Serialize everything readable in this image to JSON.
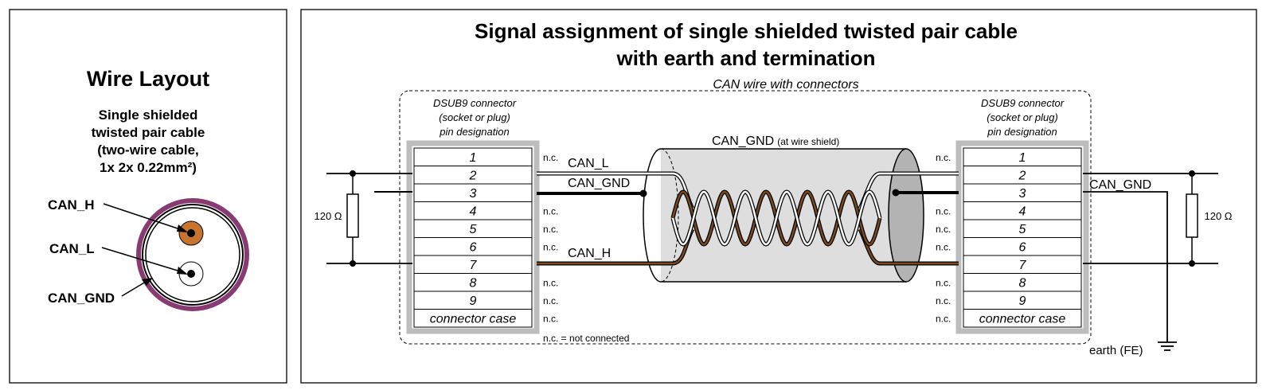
{
  "left_panel": {
    "title": "Wire Layout",
    "subtitle": [
      "Single shielded",
      "twisted pair cable",
      "(two-wire cable,",
      "1x 2x 0.22mm²)"
    ],
    "labels": {
      "can_h": "CAN_H",
      "can_l": "CAN_L",
      "can_gnd": "CAN_GND"
    }
  },
  "right_panel": {
    "title": [
      "Signal assignment of single shielded twisted pair cable",
      "with earth and termination"
    ],
    "wire_caption": "CAN wire with connectors",
    "connector_caption": [
      "DSUB9 connector",
      "(socket or plug)",
      "pin designation"
    ],
    "pins": [
      "1",
      "2",
      "3",
      "4",
      "5",
      "6",
      "7",
      "8",
      "9",
      "connector case"
    ],
    "nc": "n.c.",
    "nc_legend": "n.c. = not connected",
    "shield_label": "CAN_GND",
    "shield_note": "(at wire shield)",
    "signals": {
      "can_l": "CAN_L",
      "can_gnd": "CAN_GND",
      "can_h": "CAN_H"
    },
    "resistor": "120 Ω",
    "earth": "earth (FE)"
  },
  "colors": {
    "copper": "#c9742e",
    "sheath": "#8a3a72",
    "can_h_wire": "#7a4a1e",
    "shield_fill": "#dedede",
    "connector_border": "#bdbdbd"
  }
}
